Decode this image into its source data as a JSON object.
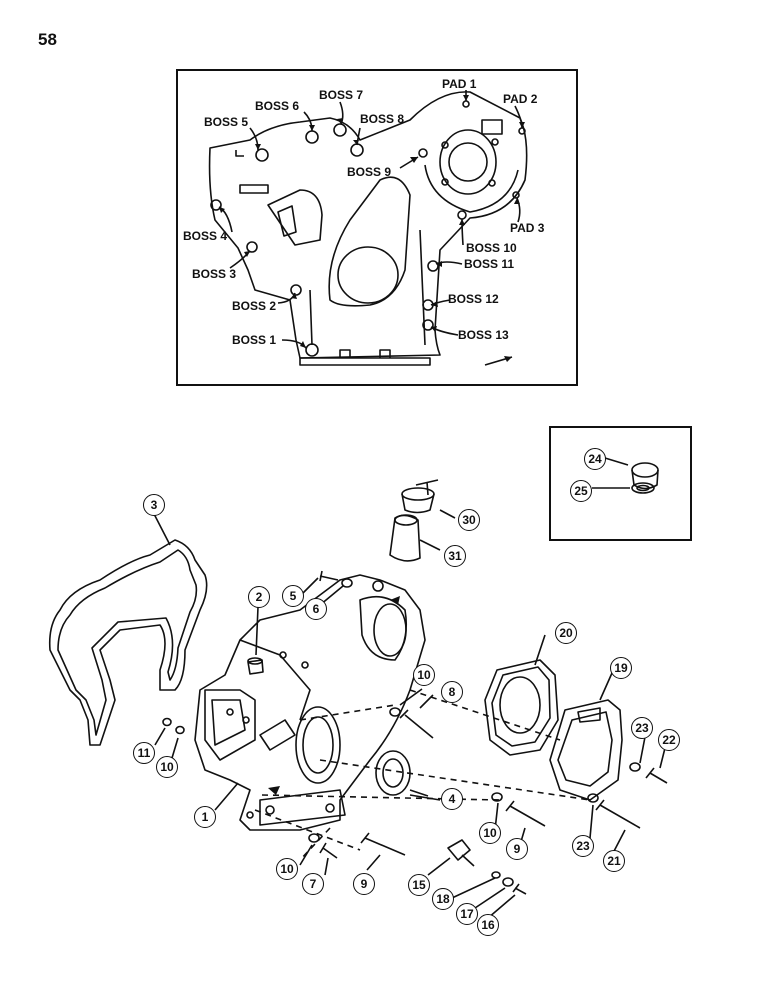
{
  "page_number": "58",
  "top_view_labels": {
    "pad1": "PAD 1",
    "pad2": "PAD 2",
    "pad3": "PAD 3",
    "boss1": "BOSS 1",
    "boss2": "BOSS 2",
    "boss3": "BOSS 3",
    "boss4": "BOSS 4",
    "boss5": "BOSS 5",
    "boss6": "BOSS 6",
    "boss7": "BOSS 7",
    "boss8": "BOSS 8",
    "boss9": "BOSS 9",
    "boss10": "BOSS 10",
    "boss11": "BOSS 11",
    "boss12": "BOSS 12",
    "boss13": "BOSS 13"
  },
  "callouts": {
    "c1": "1",
    "c2": "2",
    "c3": "3",
    "c4": "4",
    "c5": "5",
    "c6": "6",
    "c7": "7",
    "c9a": "9",
    "c9b": "9",
    "c10a": "10",
    "c10b": "10",
    "c10c": "10",
    "c10d": "10",
    "c8": "8",
    "c11": "11",
    "c15": "15",
    "c16": "16",
    "c17": "17",
    "c18": "18",
    "c19": "19",
    "c20": "20",
    "c21": "21",
    "c22": "22",
    "c23a": "23",
    "c23b": "23",
    "c24": "24",
    "c25": "25",
    "c30": "30",
    "c31": "31"
  }
}
